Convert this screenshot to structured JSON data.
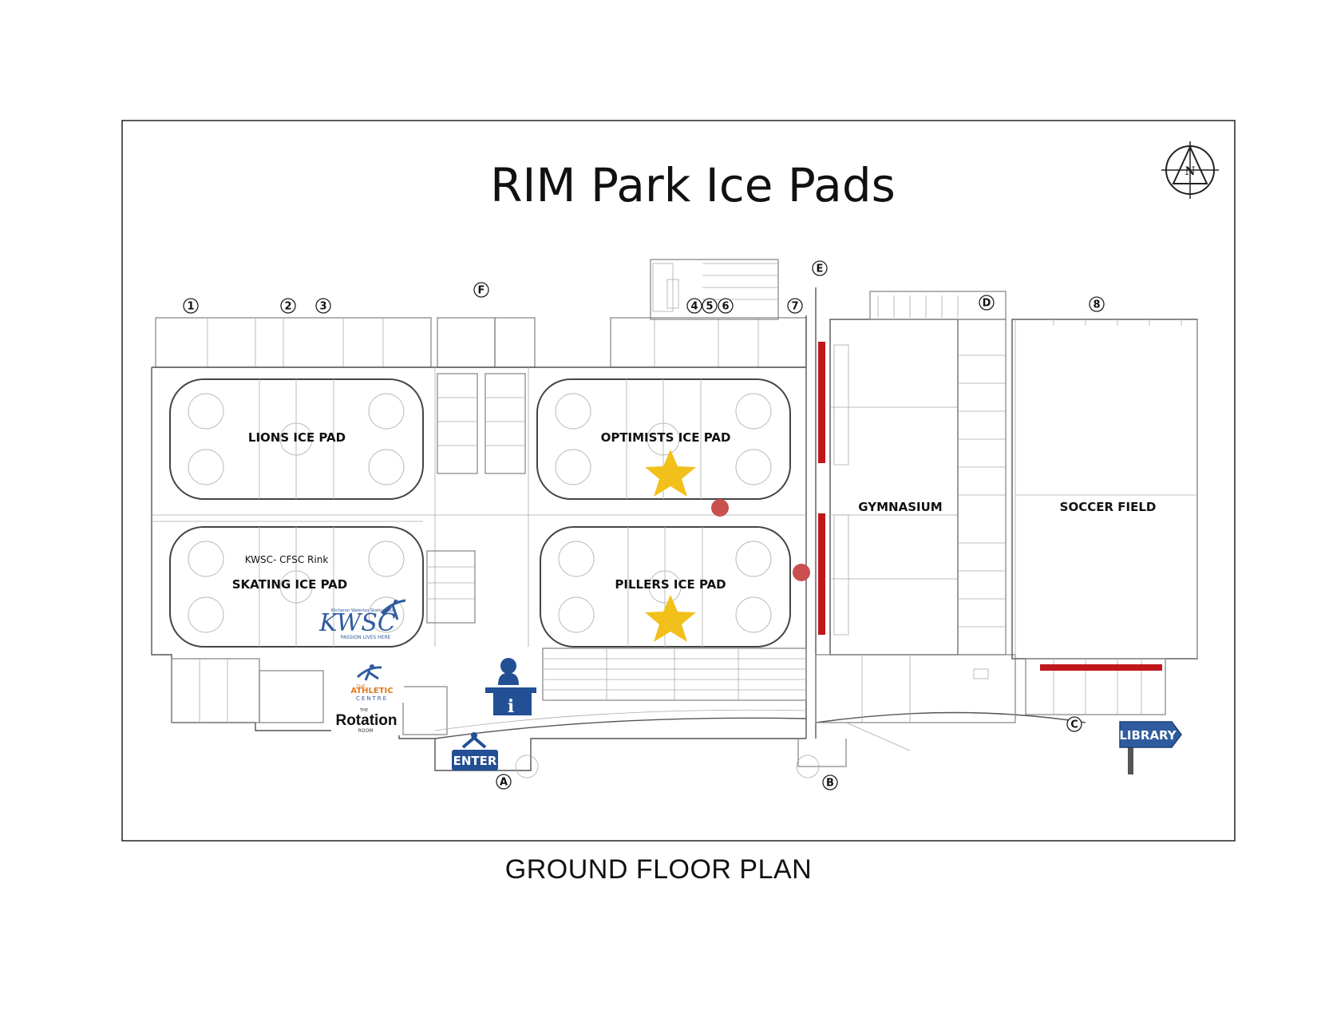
{
  "title": "RIM Park Ice Pads",
  "footer": "GROUND FLOOR PLAN",
  "compass": {
    "label": "N",
    "icon": "north-arrow-icon"
  },
  "areas": {
    "lions": "LIONS ICE PAD",
    "optimists": "OPTIMISTS ICE PAD",
    "skating": "SKATING ICE PAD",
    "skating_note": "KWSC- CFSC Rink",
    "pillers": "PILLERS ICE PAD",
    "gymnasium": "GYMNASIUM",
    "soccer": "SOCCER FIELD"
  },
  "grid_labels": {
    "top": [
      "1",
      "2",
      "3",
      "F",
      "4",
      "5",
      "6",
      "7",
      "E",
      "D",
      "8"
    ],
    "bottom": [
      "A",
      "B",
      "C"
    ]
  },
  "logos": {
    "kwsc": {
      "text": "KWSC",
      "tagline": "PASSION LIVES HERE",
      "small": "Kitchener Waterloo Skating Club"
    },
    "athletic_centre": {
      "line1": "THE",
      "line2": "ATHLETIC",
      "line3": "CENTRE"
    },
    "rotation": {
      "small_top": "THE",
      "main": "Rotation",
      "small_bottom": "ROOM"
    }
  },
  "signs": {
    "enter": "ENTER",
    "info": "i",
    "library": "LIBRARY"
  },
  "colors": {
    "star": "#f2c01b",
    "red_bar": "#c0171b",
    "dot": "#c9504f",
    "sign_blue": "#2f5c9e",
    "info_blue": "#234f94"
  }
}
